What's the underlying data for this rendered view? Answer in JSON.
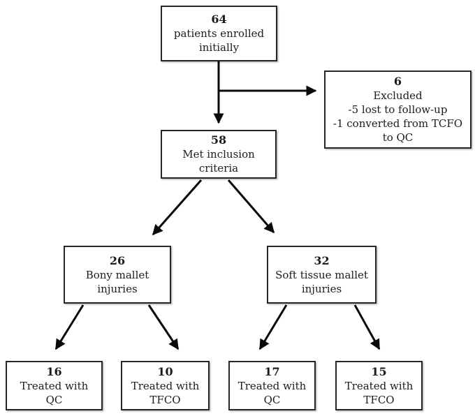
{
  "diagram": {
    "type": "flowchart",
    "background": "#ffffff",
    "box_border_color": "#262626",
    "arrow_color": "#0a0a0a",
    "text_color": "#1c1c1c",
    "nodes": {
      "enrolled": {
        "value": "64",
        "lines": [
          "patients enrolled",
          "initially"
        ]
      },
      "excluded": {
        "value": "6",
        "lines": [
          "Excluded",
          "-5 lost to follow-up",
          "-1 converted from TCFO",
          "to QC"
        ]
      },
      "inclusion": {
        "value": "58",
        "lines": [
          "Met inclusion",
          "criteria"
        ]
      },
      "bony": {
        "value": "26",
        "lines": [
          "Bony mallet",
          "injuries"
        ]
      },
      "soft_tissue": {
        "value": "32",
        "lines": [
          "Soft tissue mallet",
          "injuries"
        ]
      },
      "bony_qc": {
        "value": "16",
        "lines": [
          "Treated with",
          "QC"
        ]
      },
      "bony_tfco": {
        "value": "10",
        "lines": [
          "Treated with",
          "TFCO"
        ]
      },
      "soft_qc": {
        "value": "17",
        "lines": [
          "Treated with",
          "QC"
        ]
      },
      "soft_tfco": {
        "value": "15",
        "lines": [
          "Treated with",
          "TFCO"
        ]
      }
    },
    "edges": [
      {
        "from": "enrolled",
        "to": "inclusion"
      },
      {
        "from": "enrolled",
        "to": "excluded"
      },
      {
        "from": "inclusion",
        "to": "bony"
      },
      {
        "from": "inclusion",
        "to": "soft_tissue"
      },
      {
        "from": "bony",
        "to": "bony_qc"
      },
      {
        "from": "bony",
        "to": "bony_tfco"
      },
      {
        "from": "soft_tissue",
        "to": "soft_qc"
      },
      {
        "from": "soft_tissue",
        "to": "soft_tfco"
      }
    ]
  }
}
